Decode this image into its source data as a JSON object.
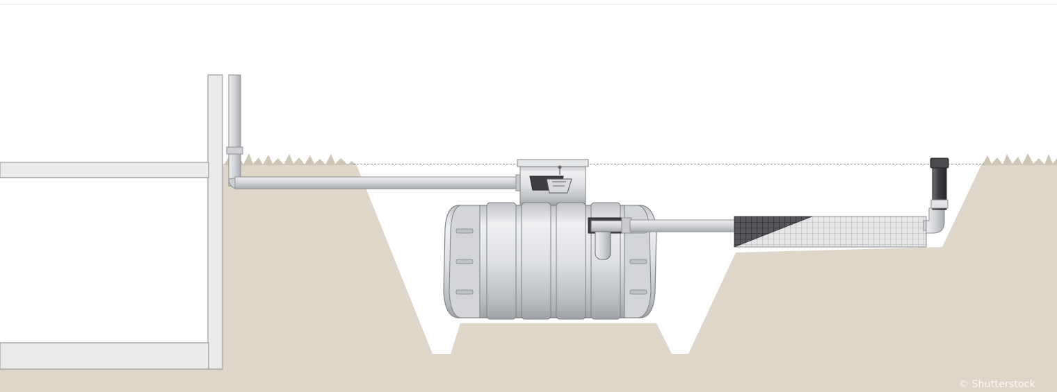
{
  "watermark": "© Shutterstock",
  "colors": {
    "background": "#ffffff",
    "soil": "#ddd6c9",
    "grass": "#cdc5b6",
    "building_wall": "#e8e8e8",
    "building_edge": "#9a9a9a",
    "pipe": "#d6d7d9",
    "pipe_edge": "#8d8f92",
    "tank": "#cfd1d4",
    "tank_dark": "#7e8185",
    "filter_dark": "#3a3b3e",
    "ground_line": "#8a8a8a"
  },
  "icons": {
    "tank": "underground-septic-tank",
    "filter": "infiltration-drain-grid",
    "vent": "vent-pipe-cap",
    "building": "house-foundation-wall"
  }
}
